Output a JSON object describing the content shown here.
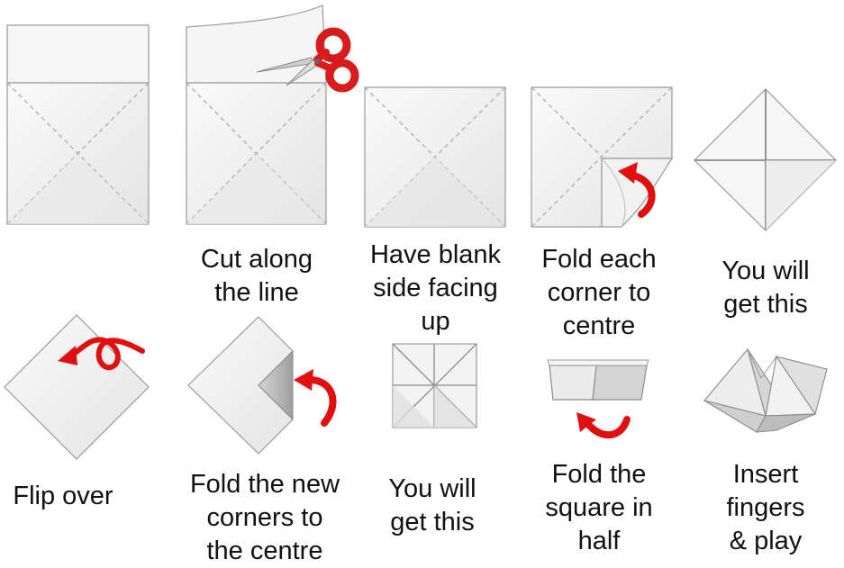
{
  "colors": {
    "paper": "#f4f4f4",
    "paper_shade": "#e2e2e2",
    "outline": "#9a9a9a",
    "crease": "#b8b8b8",
    "arrow": "#e01010",
    "scissors": "#d81c1c"
  },
  "steps": [
    {
      "caption": ""
    },
    {
      "caption": "Cut along\nthe line",
      "icon": "scissors-icon"
    },
    {
      "caption": "Have blank\nside facing\nup"
    },
    {
      "caption": "Fold each\ncorner to\ncentre",
      "icon": "curved-arrow-icon"
    },
    {
      "caption": "You will\nget this"
    },
    {
      "caption": "Flip over",
      "icon": "loop-arrow-icon"
    },
    {
      "caption": "Fold the new\ncorners to\nthe centre",
      "icon": "curved-arrow-icon"
    },
    {
      "caption": "You will\nget this"
    },
    {
      "caption": "Fold the\nsquare in\nhalf",
      "icon": "curved-arrow-icon"
    },
    {
      "caption": "Insert\nfingers\n& play"
    }
  ]
}
